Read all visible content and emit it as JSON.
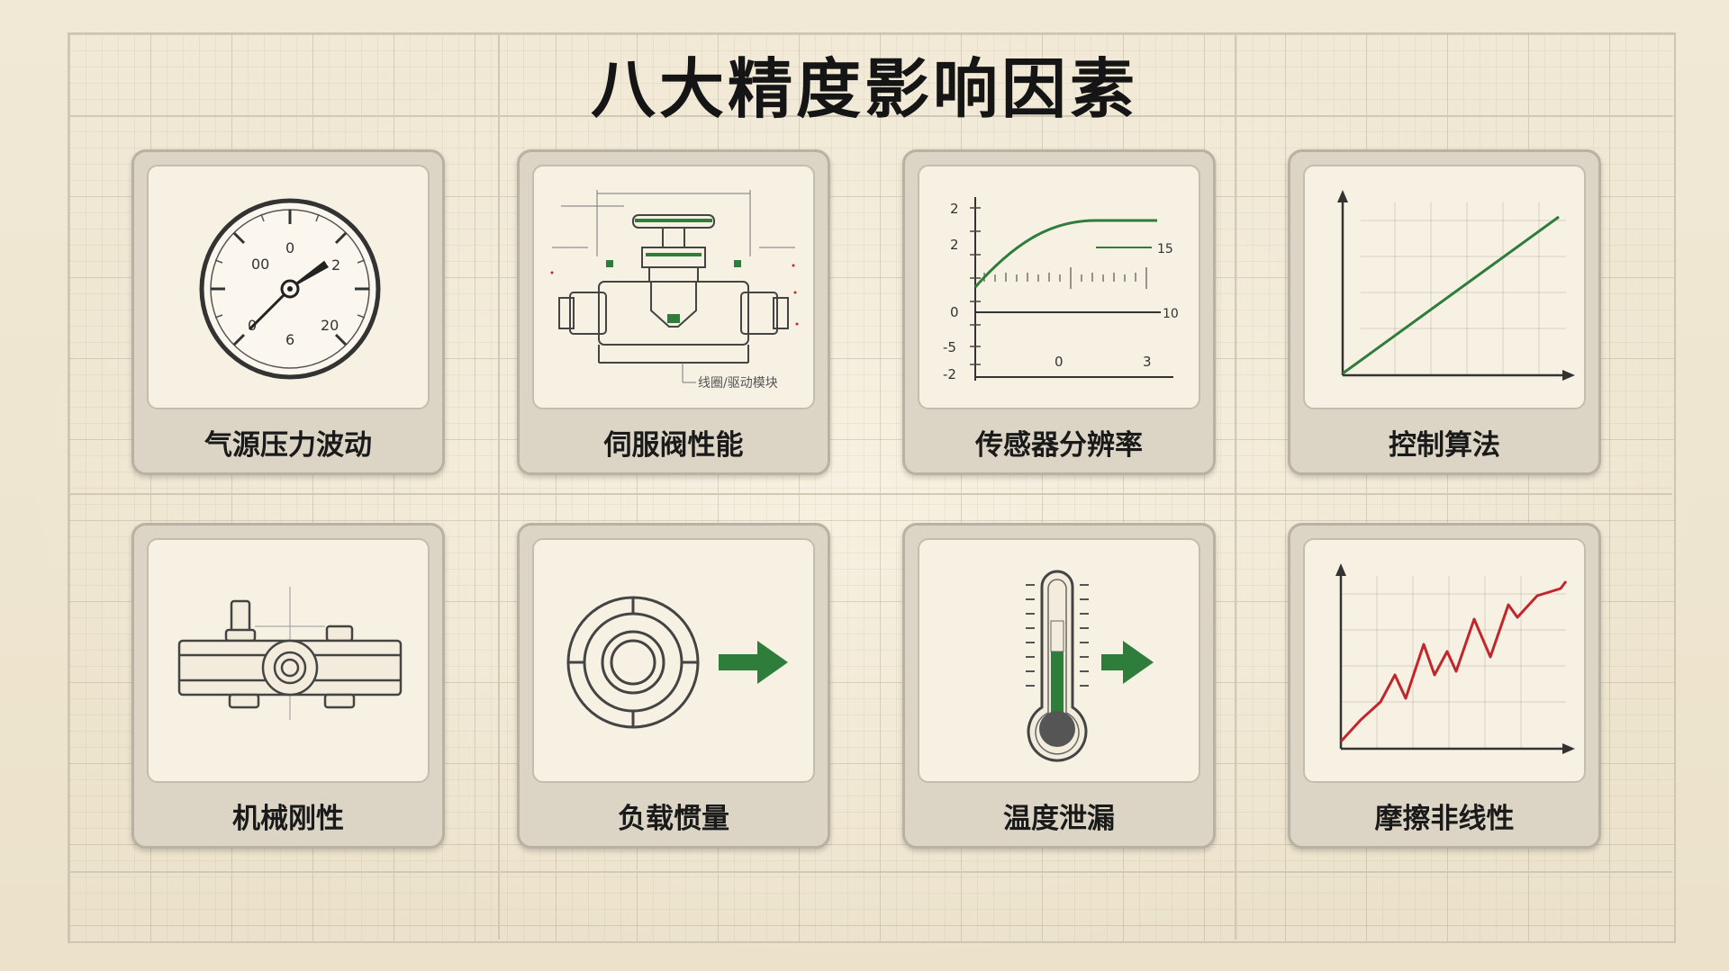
{
  "title": "八大精度影响因素",
  "cards": [
    {
      "label": "气源压力波动",
      "icon": "pressure-gauge-icon",
      "gauge_labels": [
        "00",
        "0",
        "2",
        "0",
        "6",
        "20"
      ]
    },
    {
      "label": "伺服阀性能",
      "icon": "servo-valve-drawing-icon",
      "annotation": "线圈/驱动模块"
    },
    {
      "label": "传感器分辨率",
      "icon": "sensor-resolution-chart-icon",
      "y_ticks": [
        "2",
        "2",
        "0",
        "-5",
        "-2"
      ],
      "x_ticks": [
        "0",
        "3"
      ],
      "right_labels": [
        "15",
        "10"
      ]
    },
    {
      "label": "控制算法",
      "icon": "linear-response-chart-icon"
    },
    {
      "label": "机械刚性",
      "icon": "mechanical-block-icon"
    },
    {
      "label": "负载惯量",
      "icon": "rotating-load-icon"
    },
    {
      "label": "温度泄漏",
      "icon": "thermometer-icon"
    },
    {
      "label": "摩擦非线性",
      "icon": "nonlinear-friction-chart-icon"
    }
  ],
  "colors": {
    "accent_green": "#2f7d3a",
    "line_red": "#c0262b",
    "ink": "#3a3a3a"
  }
}
